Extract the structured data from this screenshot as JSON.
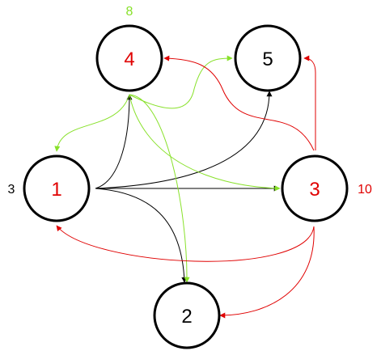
{
  "colors": {
    "black": "#000000",
    "red": "#e00000",
    "green": "#88e12a"
  },
  "nodes": [
    {
      "id": "n4",
      "label": "4",
      "label_color": "red"
    },
    {
      "id": "n5",
      "label": "5",
      "label_color": "black"
    },
    {
      "id": "n1",
      "label": "1",
      "label_color": "red"
    },
    {
      "id": "n3",
      "label": "3",
      "label_color": "red"
    },
    {
      "id": "n2",
      "label": "2",
      "label_color": "black"
    }
  ],
  "annotations": [
    {
      "id": "a4",
      "node": "n4",
      "text": "8",
      "color": "green"
    },
    {
      "id": "a1",
      "node": "n1",
      "text": "3",
      "color": "black"
    },
    {
      "id": "a3",
      "node": "n3",
      "text": "10",
      "color": "red"
    }
  ],
  "edges": [
    {
      "from": "n1",
      "to": "n4",
      "color": "black"
    },
    {
      "from": "n1",
      "to": "n5",
      "color": "black"
    },
    {
      "from": "n1",
      "to": "n3",
      "color": "black"
    },
    {
      "from": "n1",
      "to": "n2",
      "color": "black"
    },
    {
      "from": "n4",
      "to": "n1",
      "color": "green"
    },
    {
      "from": "n4",
      "to": "n5",
      "color": "green"
    },
    {
      "from": "n4",
      "to": "n3",
      "color": "green"
    },
    {
      "from": "n4",
      "to": "n2",
      "color": "green"
    },
    {
      "from": "n3",
      "to": "n4",
      "color": "red"
    },
    {
      "from": "n3",
      "to": "n5",
      "color": "red"
    },
    {
      "from": "n3",
      "to": "n1",
      "color": "red"
    },
    {
      "from": "n3",
      "to": "n2",
      "color": "red"
    }
  ]
}
